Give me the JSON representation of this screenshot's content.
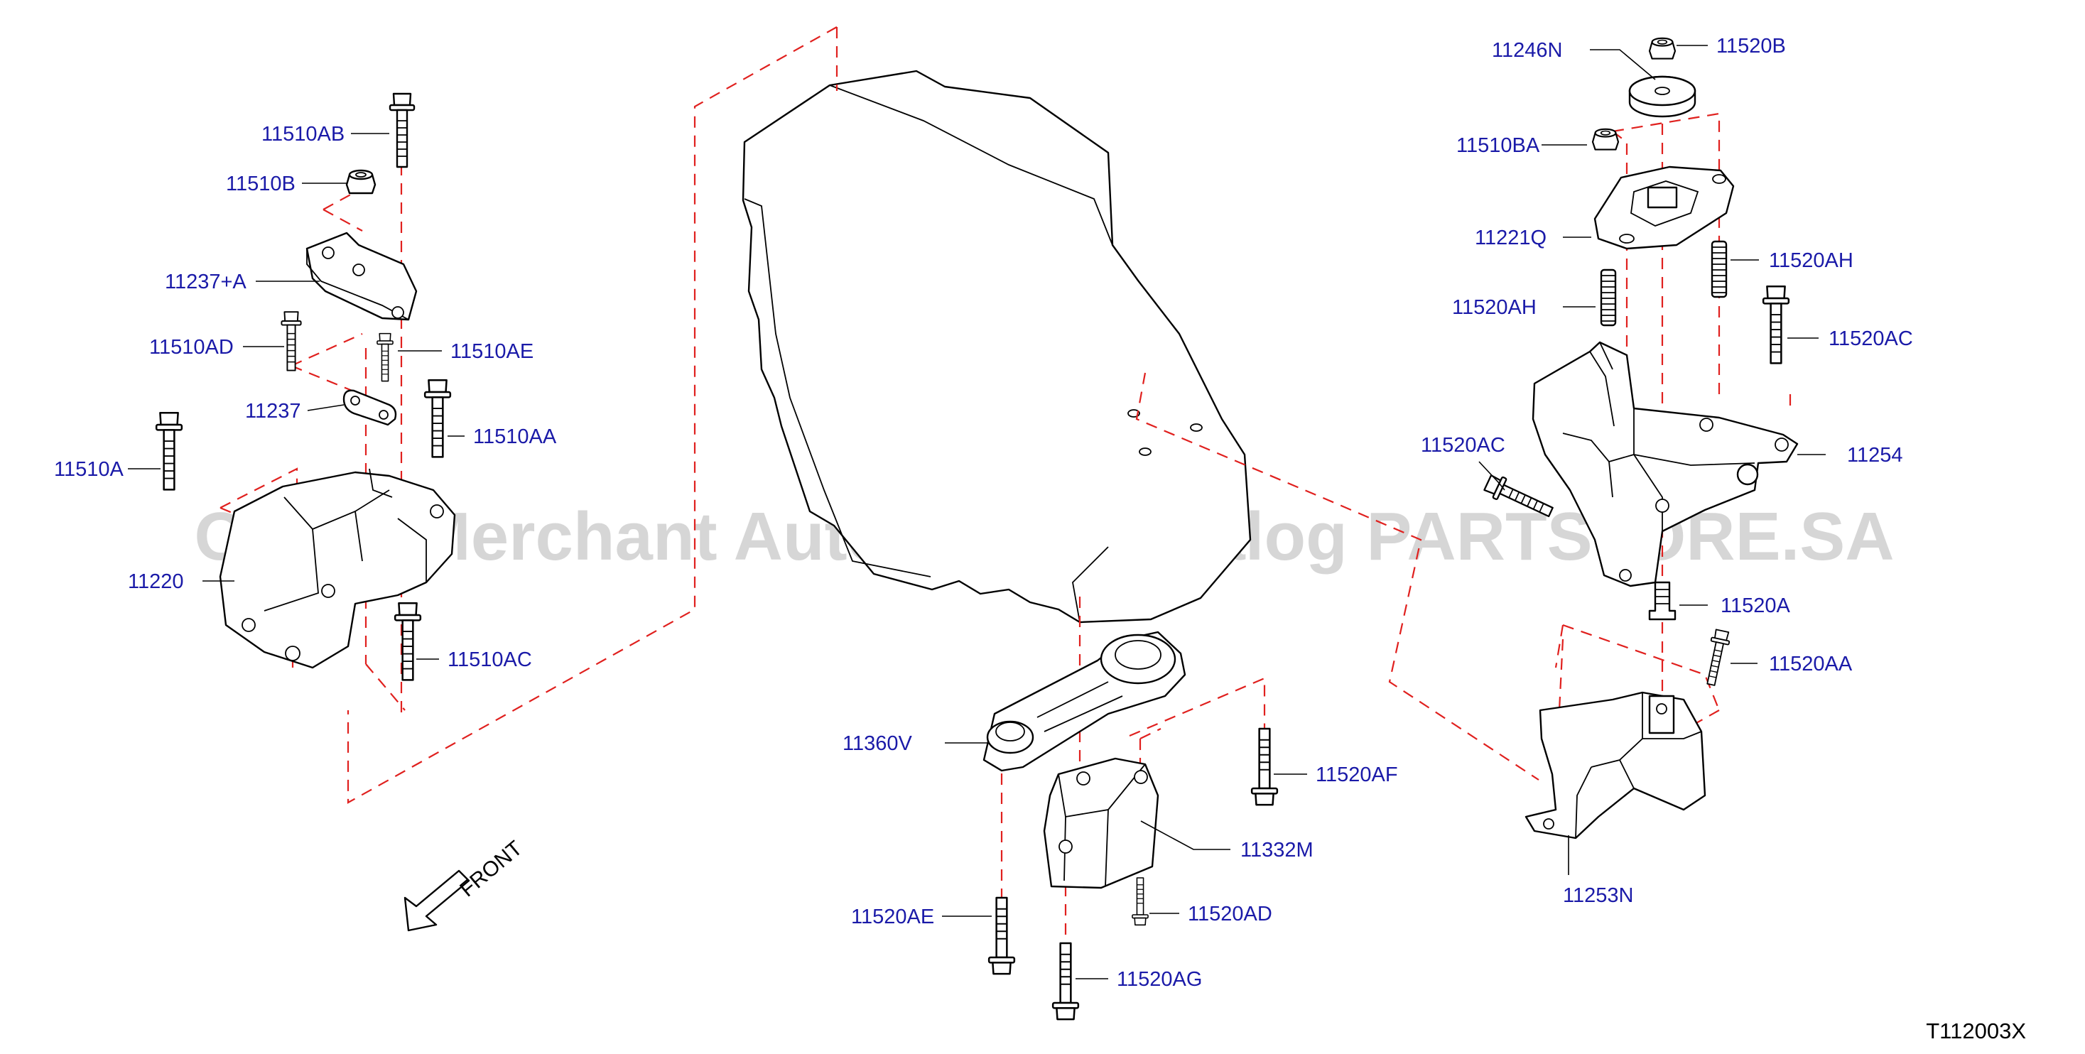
{
  "diagram": {
    "reference_code": "T112003X",
    "front_label": "FRONT",
    "watermark": "Offers Merchant Auto Parts Catalog PARTSTORE.SA"
  },
  "parts": {
    "p11510AB": "11510AB",
    "p11510B": "11510B",
    "p11237A": "11237+A",
    "p11510AD": "11510AD",
    "p11510AE": "11510AE",
    "p11237": "11237",
    "p11510AA": "11510AA",
    "p11510A": "11510A",
    "p11220": "11220",
    "p11510AC": "11510AC",
    "p11360V": "11360V",
    "p11520AF": "11520AF",
    "p11332M": "11332M",
    "p11520AE": "11520AE",
    "p11520AD": "11520AD",
    "p11520AG": "11520AG",
    "p11246N": "11246N",
    "p11520B": "11520B",
    "p11510BA": "11510BA",
    "p11221Q": "11221Q",
    "p11520AH_r": "11520AH",
    "p11520AH_l": "11520AH",
    "p11520AC_r": "11520AC",
    "p11520AC_l": "11520AC",
    "p11254": "11254",
    "p11520A": "11520A",
    "p11520AA": "11520AA",
    "p11253N": "11253N"
  }
}
